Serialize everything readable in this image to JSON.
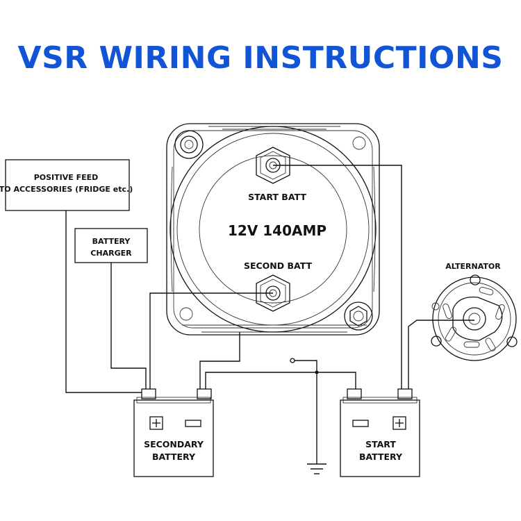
{
  "title": "VSR WIRING INSTRUCTIONS",
  "relay": {
    "terminal_top_label": "START BATT",
    "rating_label": "12V 140AMP",
    "terminal_bottom_label": "SECOND BATT"
  },
  "positive_feed": {
    "line1": "POSITIVE FEED",
    "line2": "TO ACCESSORIES (FRIDGE etc.)"
  },
  "battery_charger": {
    "line1": "BATTERY",
    "line2": "CHARGER"
  },
  "alternator": {
    "label": "ALTERNATOR"
  },
  "secondary_battery": {
    "line1": "SECONDARY",
    "line2": "BATTERY"
  },
  "start_battery": {
    "line1": "START",
    "line2": "BATTERY"
  },
  "colors": {
    "title": "#1254d6",
    "lines": "#111111",
    "background": "#ffffff"
  }
}
